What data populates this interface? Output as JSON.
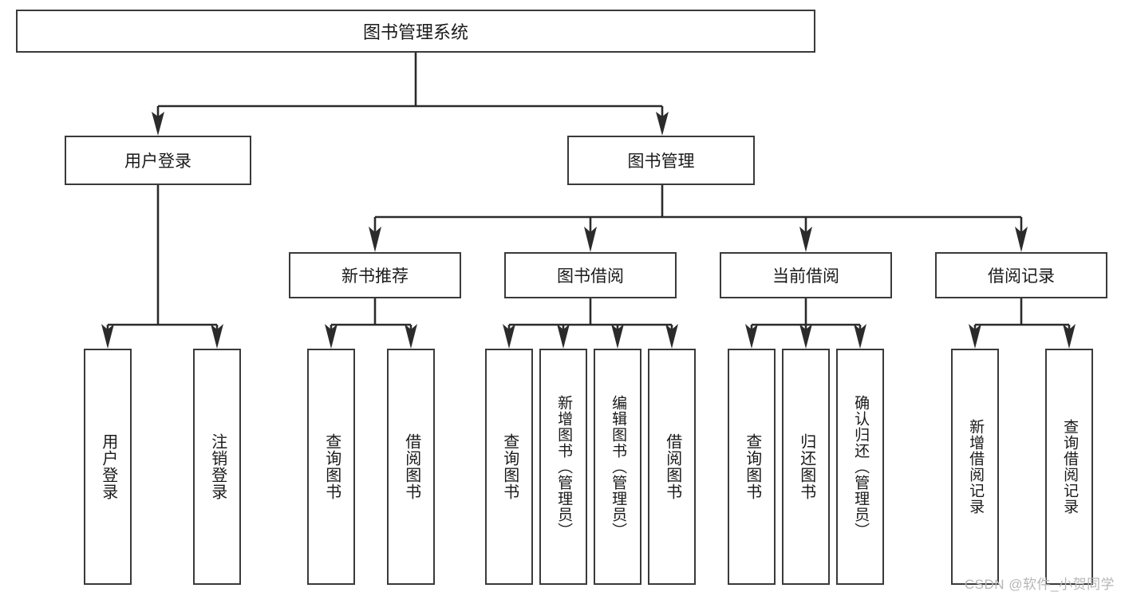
{
  "diagram": {
    "type": "tree-hierarchy",
    "title": "图书管理系统",
    "watermark": "CSDN @软件_小贺同学",
    "colors": {
      "box_border": "#3a3a3a",
      "line": "#2b2b2b",
      "background": "#ffffff",
      "text": "#1a1a1a",
      "watermark": "#b6b6b6"
    },
    "root": {
      "label": "图书管理系统"
    },
    "level2": [
      {
        "id": "user-login",
        "label": "用户登录"
      },
      {
        "id": "book-manage",
        "label": "图书管理"
      }
    ],
    "level3": [
      {
        "id": "recommend",
        "label": "新书推荐",
        "parent": "book-manage"
      },
      {
        "id": "borrow",
        "label": "图书借阅",
        "parent": "book-manage"
      },
      {
        "id": "current",
        "label": "当前借阅",
        "parent": "book-manage"
      },
      {
        "id": "record",
        "label": "借阅记录",
        "parent": "book-manage"
      }
    ],
    "leaves": [
      {
        "id": "leaf-user-login",
        "label": "用户登录",
        "parent": "user-login"
      },
      {
        "id": "leaf-user-logout",
        "label": "注销登录",
        "parent": "user-login"
      },
      {
        "id": "leaf-recommend-query",
        "label": "查询图书",
        "parent": "recommend"
      },
      {
        "id": "leaf-recommend-borrow",
        "label": "借阅图书",
        "parent": "recommend"
      },
      {
        "id": "leaf-borrow-query",
        "label": "查询图书",
        "parent": "borrow"
      },
      {
        "id": "leaf-borrow-add",
        "label": "新增图书（管理员）",
        "parent": "borrow"
      },
      {
        "id": "leaf-borrow-edit",
        "label": "编辑图书（管理员）",
        "parent": "borrow"
      },
      {
        "id": "leaf-borrow-lend",
        "label": "借阅图书",
        "parent": "borrow"
      },
      {
        "id": "leaf-current-query",
        "label": "查询图书",
        "parent": "current"
      },
      {
        "id": "leaf-current-return",
        "label": "归还图书",
        "parent": "current"
      },
      {
        "id": "leaf-current-confirm",
        "label": "确认归还（管理员）",
        "parent": "current"
      },
      {
        "id": "leaf-record-add",
        "label": "新增借阅记录",
        "parent": "record"
      },
      {
        "id": "leaf-record-query",
        "label": "查询借阅记录",
        "parent": "record"
      }
    ]
  }
}
